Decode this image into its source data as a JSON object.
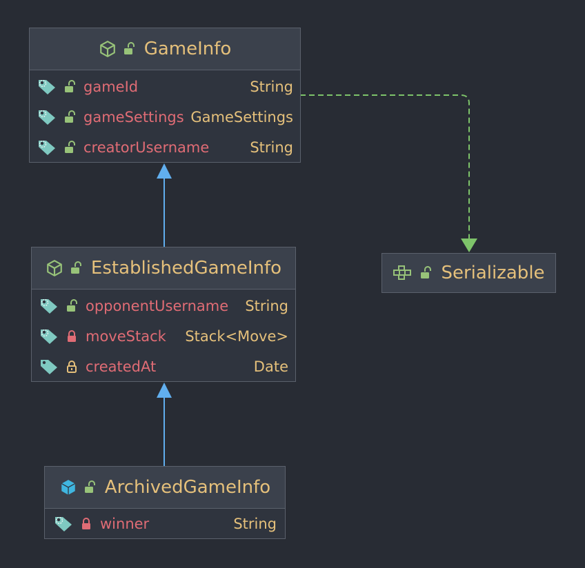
{
  "classes": [
    {
      "name": "GameInfo",
      "kind_icon": "class-icon",
      "visibility_icon": "public-lock-icon",
      "fields": [
        {
          "name": "gameId",
          "type": "String",
          "icon": "field-tag-icon",
          "visibility_icon": "public-lock-icon"
        },
        {
          "name": "gameSettings",
          "type": "GameSettings",
          "icon": "field-tag-icon",
          "visibility_icon": "public-lock-icon"
        },
        {
          "name": "creatorUsername",
          "type": "String",
          "icon": "field-tag-icon",
          "visibility_icon": "public-lock-icon"
        }
      ]
    },
    {
      "name": "EstablishedGameInfo",
      "kind_icon": "class-icon",
      "visibility_icon": "public-lock-icon",
      "fields": [
        {
          "name": "opponentUsername",
          "type": "String",
          "icon": "field-tag-icon",
          "visibility_icon": "public-lock-icon"
        },
        {
          "name": "moveStack",
          "type": "Stack<Move>",
          "icon": "field-tag-icon",
          "visibility_icon": "private-lock-icon"
        },
        {
          "name": "createdAt",
          "type": "Date",
          "icon": "field-tag-icon",
          "visibility_icon": "protected-lock-icon"
        }
      ]
    },
    {
      "name": "ArchivedGameInfo",
      "kind_icon": "final-class-icon",
      "visibility_icon": "public-lock-icon",
      "fields": [
        {
          "name": "winner",
          "type": "String",
          "icon": "field-tag-icon",
          "visibility_icon": "private-lock-icon"
        }
      ]
    },
    {
      "name": "Serializable",
      "kind_icon": "interface-icon",
      "visibility_icon": "public-lock-icon",
      "fields": []
    }
  ],
  "relations": [
    {
      "from": "EstablishedGameInfo",
      "to": "GameInfo",
      "type": "extends"
    },
    {
      "from": "ArchivedGameInfo",
      "to": "EstablishedGameInfo",
      "type": "extends"
    },
    {
      "from": "GameInfo",
      "to": "Serializable",
      "type": "implements"
    }
  ],
  "colors": {
    "background": "#282c34",
    "class_name": "#e5c07b",
    "field_name": "#e06c75",
    "field_type": "#e5c07b",
    "extends_edge": "#61afef",
    "implements_edge": "#7ec46a",
    "public_lock": "#98c379",
    "private_lock": "#e06c75",
    "protected_lock": "#e5c07b",
    "final_class": "#40b6e0"
  }
}
